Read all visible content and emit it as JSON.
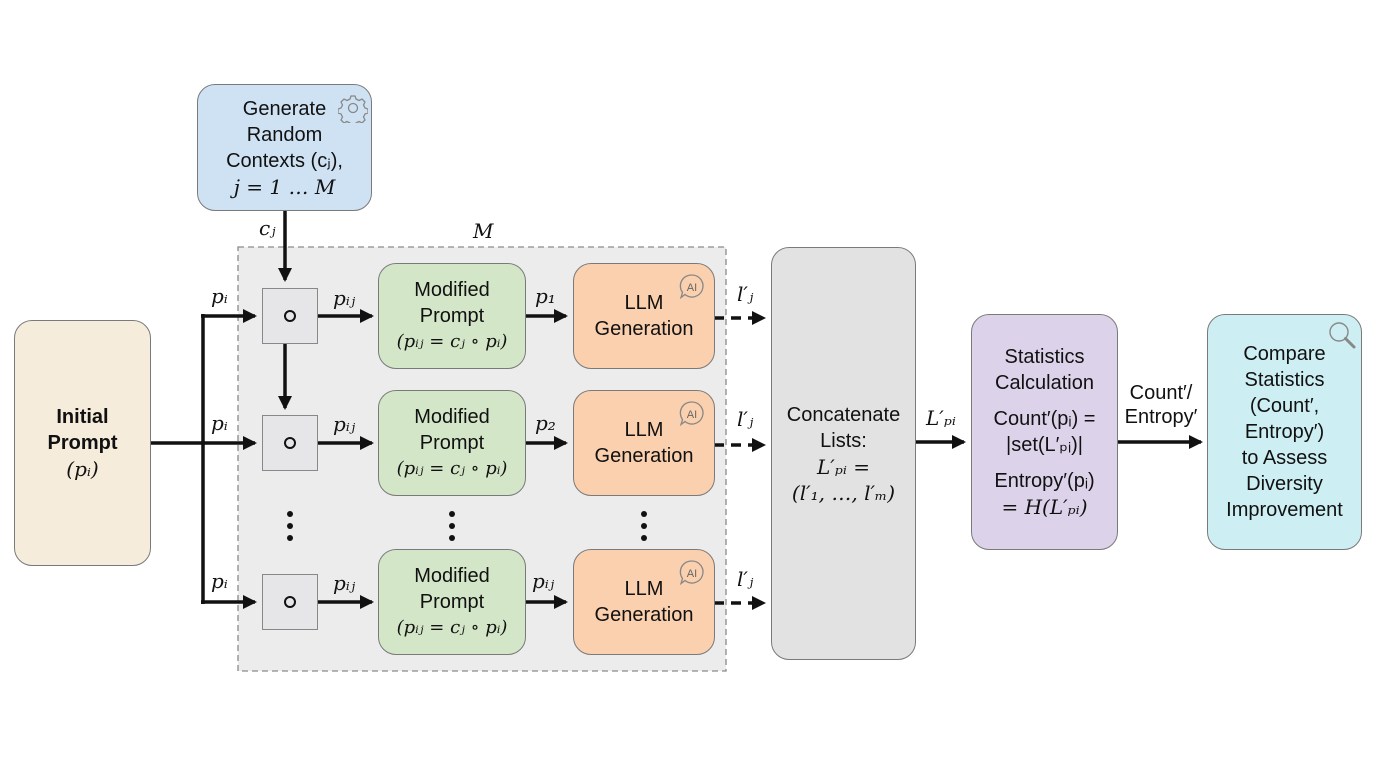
{
  "colors": {
    "generate": "#cfe2f3",
    "initial": "#f5ecdc",
    "modified": "#d4e6c8",
    "llm": "#fbd0ae",
    "concat": "#e2e2e2",
    "stats": "#dcd3ea",
    "compare": "#cdeef2",
    "loop_bg": "#ececec"
  },
  "generate_box": {
    "line1": "Generate",
    "line2": "Random",
    "line3": "Contexts (cⱼ),",
    "line4": "j = 1 … M",
    "icon": "gear-icon"
  },
  "initial_prompt": {
    "line1": "Initial",
    "line2": "Prompt",
    "line3": "(pᵢ)"
  },
  "loop_label": "M",
  "context_label": "cⱼ",
  "rows": [
    {
      "input_label": "pᵢ",
      "op_output_label": "pᵢⱼ",
      "modified": {
        "line1": "Modified",
        "line2": "Prompt",
        "line3": "(pᵢⱼ = cⱼ ∘ pᵢ)"
      },
      "llm_input_label": "p₁",
      "llm": {
        "line1": "LLM",
        "line2": "Generation",
        "icon": "ai-chat-icon"
      },
      "output_label": "l′ⱼ"
    },
    {
      "input_label": "pᵢ",
      "op_output_label": "pᵢⱼ",
      "modified": {
        "line1": "Modified",
        "line2": "Prompt",
        "line3": "(pᵢⱼ = cⱼ ∘ pᵢ)"
      },
      "llm_input_label": "p₂",
      "llm": {
        "line1": "LLM",
        "line2": "Generation",
        "icon": "ai-chat-icon"
      },
      "output_label": "l′ⱼ"
    },
    {
      "input_label": "pᵢ",
      "op_output_label": "pᵢⱼ",
      "modified": {
        "line1": "Modified",
        "line2": "Prompt",
        "line3": "(pᵢⱼ = cⱼ ∘ pᵢ)"
      },
      "llm_input_label": "pᵢⱼ",
      "llm": {
        "line1": "LLM",
        "line2": "Generation",
        "icon": "ai-chat-icon"
      },
      "output_label": "l′ⱼ"
    }
  ],
  "ai_icon_text": "AI",
  "concat_box": {
    "line1": "Concatenate",
    "line2": "Lists:",
    "line3": "L′ₚᵢ =",
    "line4": "(l′₁, …, l′ₘ)"
  },
  "concat_output_label": "L′ₚᵢ",
  "stats_box": {
    "line1": "Statistics",
    "line2": "Calculation",
    "line3": "Count′(pᵢ) =",
    "line4": "|set(L′ₚᵢ)|",
    "line5": "Entropy′(pᵢ)",
    "line6": "= H(L′ₚᵢ)"
  },
  "stats_output_label": {
    "line1": "Count′/",
    "line2": "Entropy′"
  },
  "compare_box": {
    "line1": "Compare",
    "line2": "Statistics",
    "line3": "(Count′,",
    "line4": "Entropy′)",
    "line5": "to Assess",
    "line6": "Diversity",
    "line7": "Improvement",
    "icon": "magnifier-icon"
  }
}
